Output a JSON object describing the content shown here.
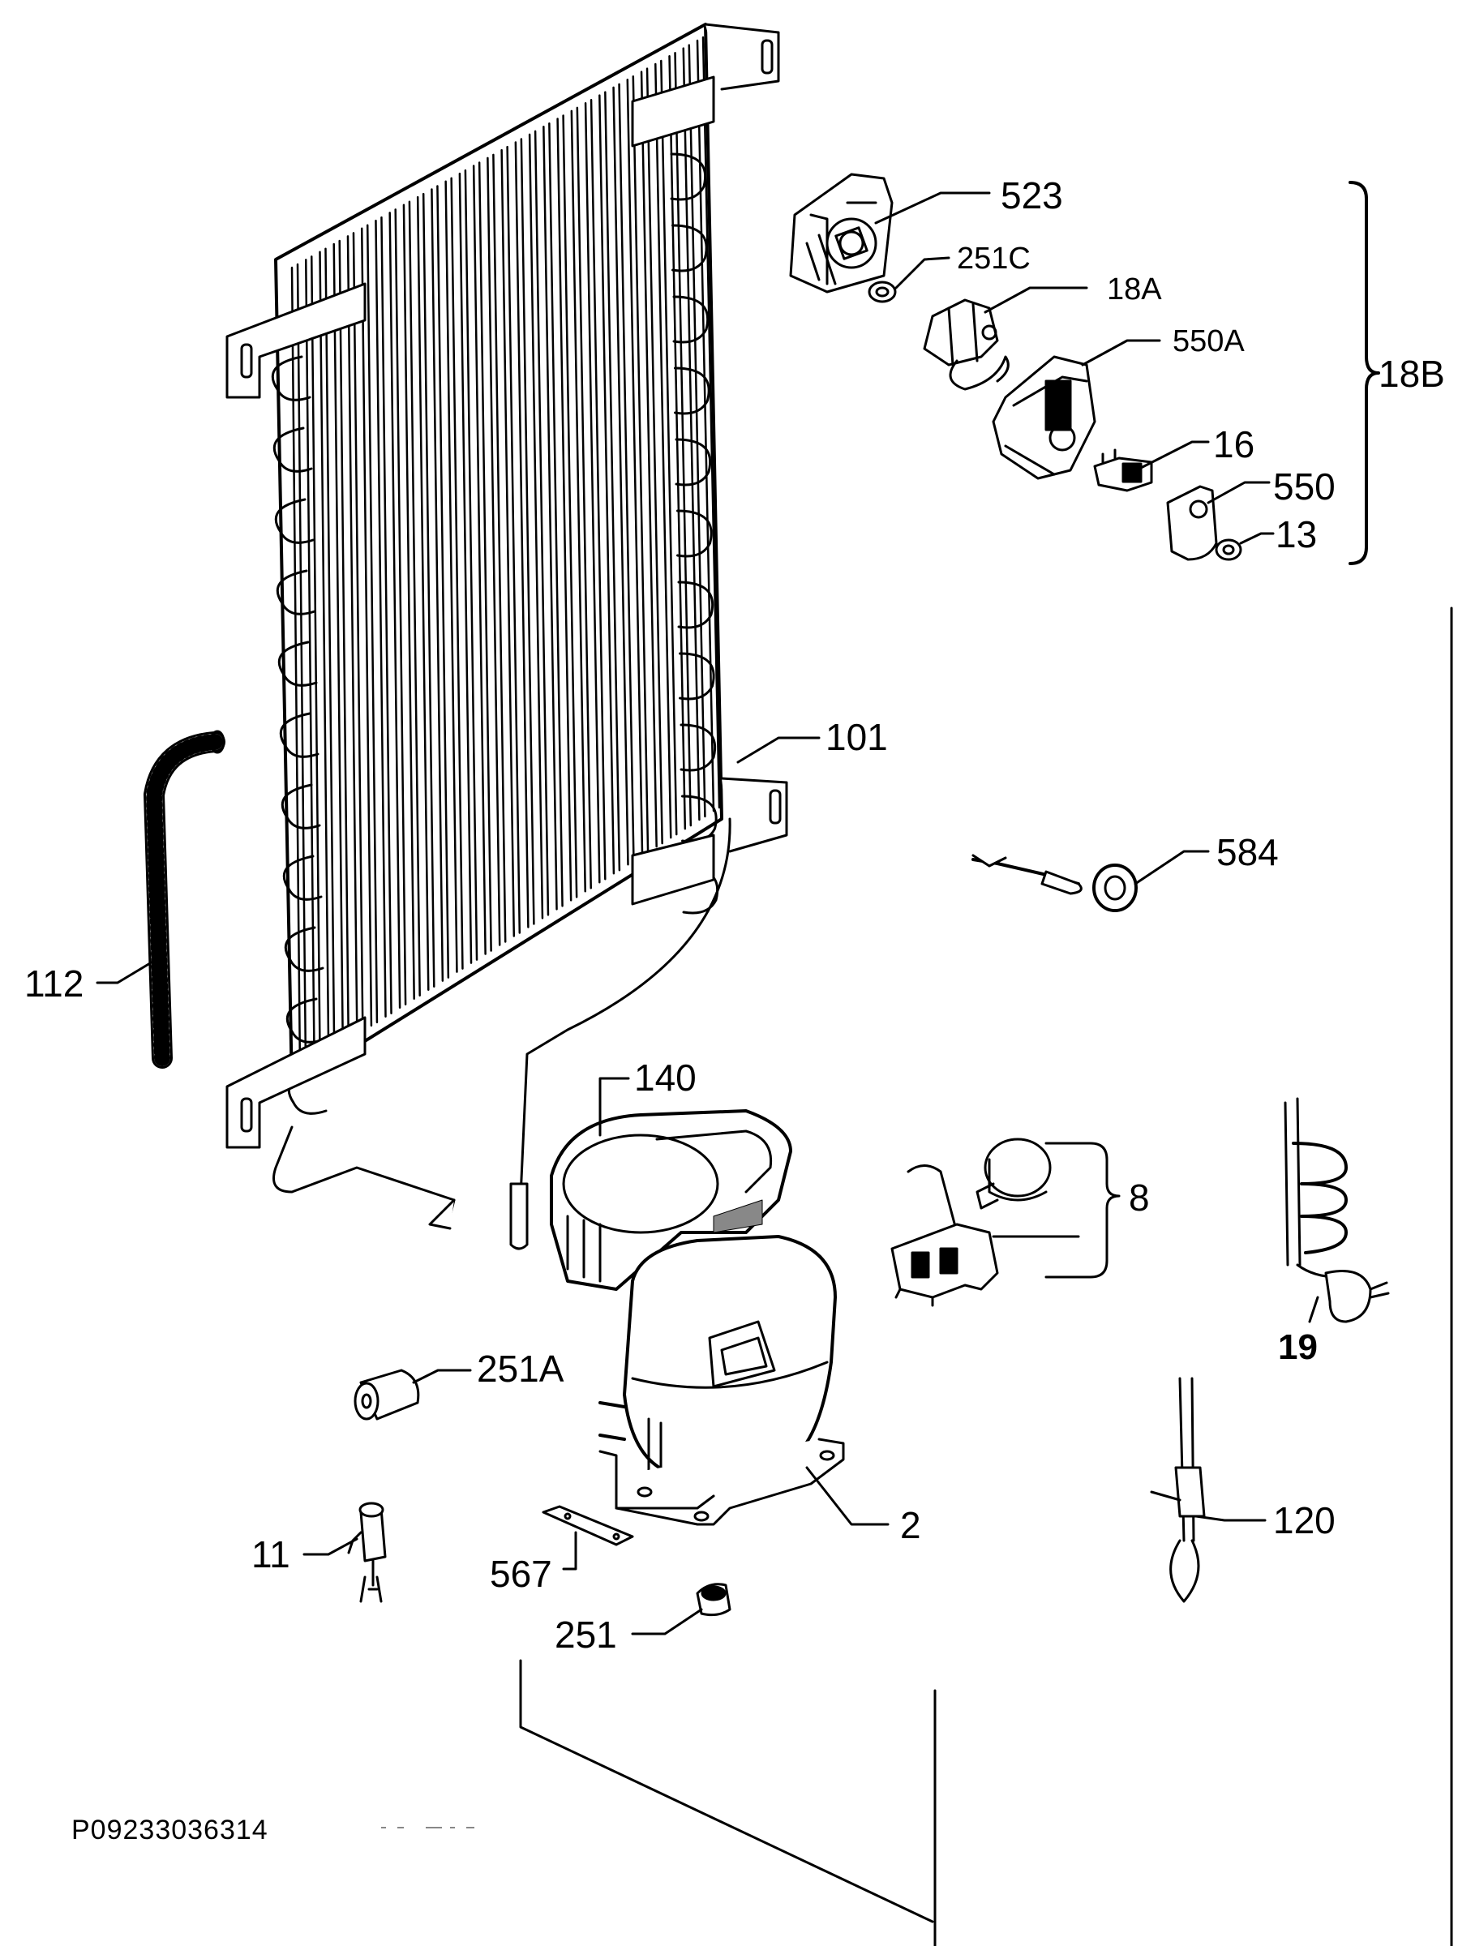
{
  "diagram": {
    "callouts": [
      {
        "id": "c523",
        "text": "523"
      },
      {
        "id": "c251C",
        "text": "251C"
      },
      {
        "id": "c18A",
        "text": "18A"
      },
      {
        "id": "c550A",
        "text": "550A"
      },
      {
        "id": "c16",
        "text": "16"
      },
      {
        "id": "c550",
        "text": "550"
      },
      {
        "id": "c13",
        "text": "13"
      },
      {
        "id": "c18B",
        "text": "18B"
      },
      {
        "id": "c101",
        "text": "101"
      },
      {
        "id": "c584",
        "text": "584"
      },
      {
        "id": "c112",
        "text": "112"
      },
      {
        "id": "c140",
        "text": "140"
      },
      {
        "id": "c8",
        "text": "8"
      },
      {
        "id": "c19",
        "text": "19"
      },
      {
        "id": "c251A",
        "text": "251A"
      },
      {
        "id": "c2",
        "text": "2"
      },
      {
        "id": "c11",
        "text": "11"
      },
      {
        "id": "c567",
        "text": "567"
      },
      {
        "id": "c120",
        "text": "120"
      },
      {
        "id": "c251",
        "text": "251"
      }
    ],
    "drawing_code": "P09233036314"
  }
}
